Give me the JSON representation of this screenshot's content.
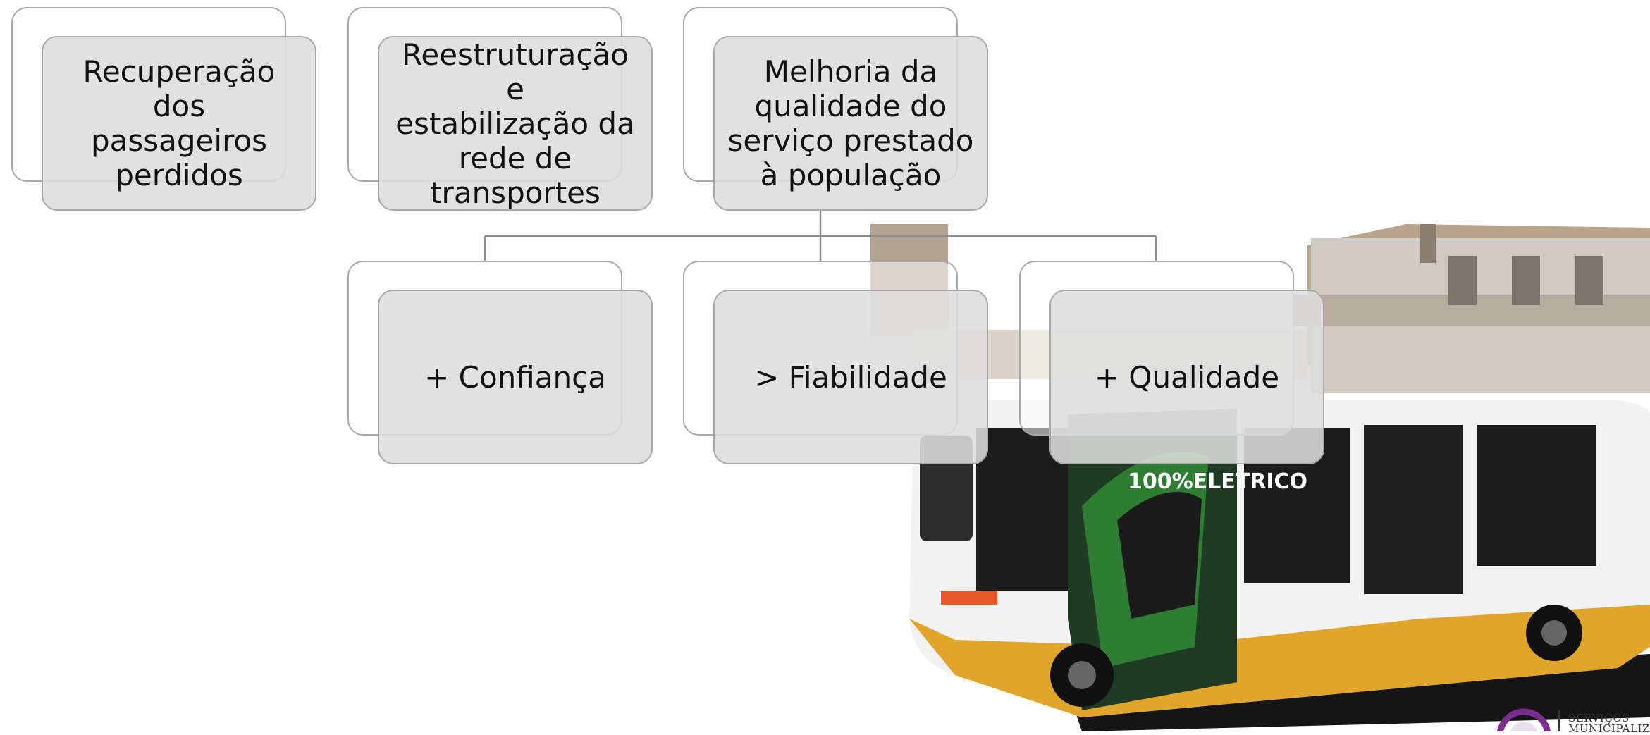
{
  "top_row": [
    {
      "id": "recuperacao",
      "lines": [
        "Recuperação dos",
        "passageiros",
        "perdidos"
      ]
    },
    {
      "id": "reestruturacao",
      "lines": [
        "Reestruturação e",
        "estabilização da",
        "rede de",
        "transportes"
      ]
    },
    {
      "id": "melhoria",
      "lines": [
        "Melhoria da",
        "qualidade do",
        "serviço prestado",
        "à população"
      ]
    }
  ],
  "sub_row": [
    {
      "id": "confianca",
      "label": "+ Confiança"
    },
    {
      "id": "fiabilidade",
      "label": "> Fiabilidade"
    },
    {
      "id": "qualidade",
      "label": "+ Qualidade"
    }
  ],
  "bus_banner": "100%ELETRICO",
  "logo": {
    "text": "SERVIÇOS MUNICIPALIZADOS",
    "accent_color": "#7b2d8e"
  },
  "colors": {
    "box_border": "#a9a9a9",
    "box_fill": "#dddddd",
    "connector": "#8c8c8c",
    "bus_yellow": "#e2a52b",
    "bus_green": "#2e7d32"
  }
}
